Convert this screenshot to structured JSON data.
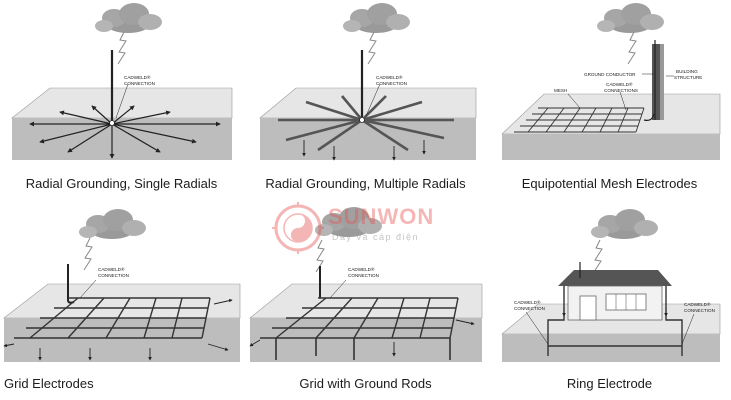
{
  "panels": [
    {
      "caption": "Radial Grounding, Single Radials",
      "labels": [
        "CADWELD®",
        "CONNECTION"
      ]
    },
    {
      "caption": "Radial Grounding, Multiple Radials",
      "labels": [
        "CADWELD®",
        "CONNECTION"
      ]
    },
    {
      "caption": "Equipotential Mesh Electrodes",
      "labels": [
        "GROUND CONDUCTOR",
        "BUILDING",
        "STRUCTURE",
        "MESH",
        "CADWELD®",
        "CONNECTIONS"
      ]
    },
    {
      "caption": "Grid Electrodes",
      "labels": [
        "CADWELD®",
        "CONNECTION"
      ]
    },
    {
      "caption": "Grid with Ground Rods",
      "labels": [
        "CADWELD®",
        "CONNECTION"
      ]
    },
    {
      "caption": "Ring Electrode",
      "labels": [
        "CADWELD®",
        "CONNECTION",
        "CADWELD®",
        "CONNECTION"
      ]
    }
  ],
  "watermark": {
    "brand": "SUNWON",
    "tagline": "Dây và cáp điện"
  },
  "colors": {
    "ground_top": "#e6e6e6",
    "ground_side": "#b9b9b9",
    "cloud": "#9a9a9a",
    "ink": "#222222",
    "watermark": "#e65050"
  }
}
